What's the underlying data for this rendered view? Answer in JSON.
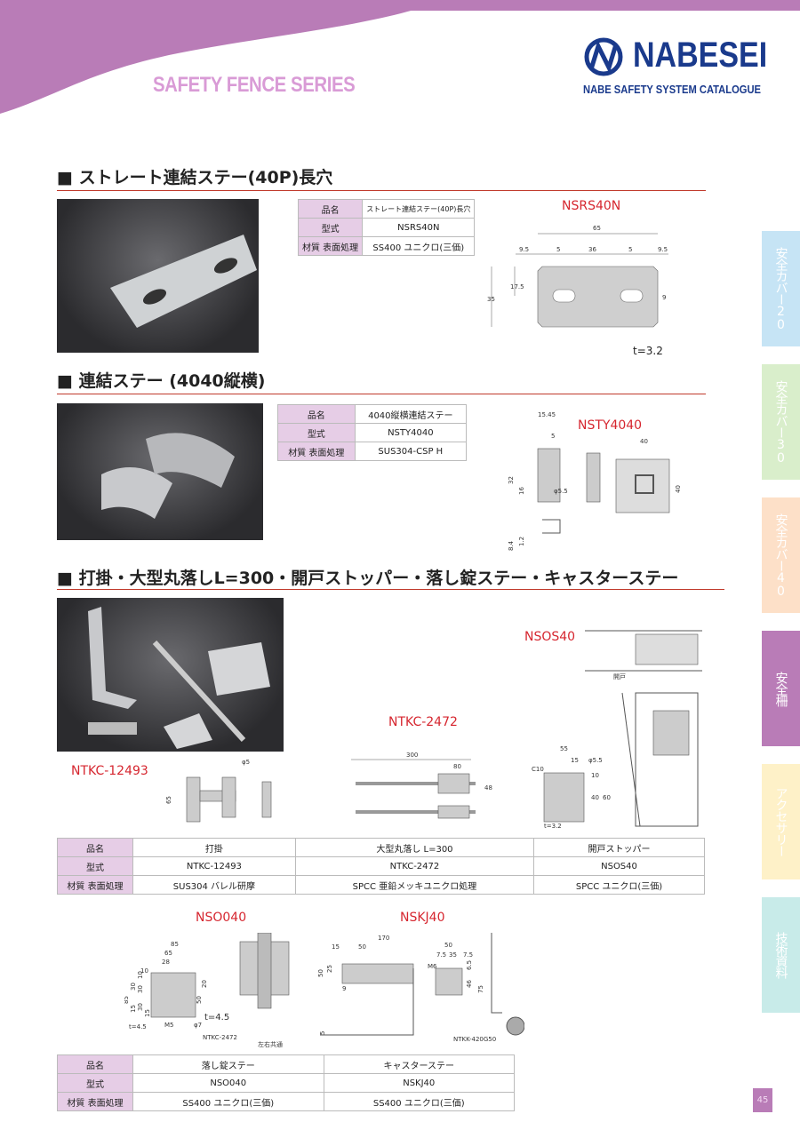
{
  "header": {
    "series": "SAFETY FENCE SERIES",
    "logo": "NABESEI",
    "logo_sub": "NABE SAFETY SYSTEM CATALOGUE"
  },
  "labels": {
    "name": "品名",
    "model": "型式",
    "material": "材質 表面処理"
  },
  "sections": [
    {
      "title": "ストレート連結ステー(40P)長穴",
      "name": "ストレート連結ステー(40P)長穴",
      "model": "NSRS40N",
      "material": "SS400 ユニクロ(三価)",
      "drawing": {
        "title": "NSRS40N",
        "dims": [
          "65",
          "9.5",
          "5",
          "36",
          "5",
          "9.5",
          "35",
          "17.5",
          "9"
        ],
        "thickness": "t=3.2"
      }
    },
    {
      "title": "連結ステー (4040縦横)",
      "name": "4040縦横連結ステー",
      "model": "NSTY4040",
      "material": "SUS304-CSP H",
      "drawing": {
        "title": "NSTY4040",
        "dims": [
          "15.45",
          "5",
          "40",
          "32",
          "16",
          "φ5.5",
          "40",
          "8.4",
          "1.2"
        ]
      }
    },
    {
      "title": "打掛・大型丸落しL=300・開戸ストッパー・落し錠ステー・キャスターステー",
      "drawings": {
        "ntkc12493": {
          "title": "NTKC-12493",
          "dims": [
            "φ5",
            "65"
          ]
        },
        "ntkc2472": {
          "title": "NTKC-2472",
          "dims": [
            "300",
            "80",
            "48"
          ]
        },
        "nsos40": {
          "title": "NSOS40",
          "door": "開戸",
          "dims": [
            "55",
            "15",
            "φ5.5",
            "C10",
            "10",
            "40",
            "60"
          ],
          "thickness": "t=3.2"
        }
      },
      "table": {
        "names": [
          "打掛",
          "大型丸落し L=300",
          "開戸ストッパー"
        ],
        "models": [
          "NTKC-12493",
          "NTKC-2472",
          "NSOS40"
        ],
        "materials": [
          "SUS304 バレル研摩",
          "SPCC 亜鉛メッキユニクロ処理",
          "SPCC ユニクロ(三価)"
        ]
      }
    }
  ],
  "bottom": {
    "nso040": {
      "title": "NSO040",
      "dims": [
        "85",
        "65",
        "28",
        "10",
        "10",
        "30",
        "30",
        "85",
        "15",
        "30",
        "15",
        "20",
        "50",
        "M5",
        "φ7"
      ],
      "thickness": "t=4.5",
      "thickness2": "t=4.5",
      "note1": "NTKC-2472",
      "note2": "左右共通"
    },
    "nskj40": {
      "title": "NSKJ40",
      "dims": [
        "170",
        "15",
        "50",
        "50",
        "25",
        "9",
        "5",
        "50",
        "7.5",
        "35",
        "7.5",
        "M6",
        "6.5",
        "46",
        "75"
      ],
      "note": "NTKK-420G50"
    },
    "table": {
      "names": [
        "落し錠ステー",
        "キャスターステー"
      ],
      "models": [
        "NSO040",
        "NSKJ40"
      ],
      "materials": [
        "SS400 ユニクロ(三価)",
        "SS400 ユニクロ(三価)"
      ]
    }
  },
  "side_tabs": [
    "安全カバー20",
    "安全カバー30",
    "安全カバー40",
    "安全柵",
    "アクセサリー",
    "技術資料"
  ],
  "page_number": "45",
  "colors": {
    "accent": "#b97cb7",
    "red": "#d6262f",
    "navy": "#1a3a8c"
  }
}
